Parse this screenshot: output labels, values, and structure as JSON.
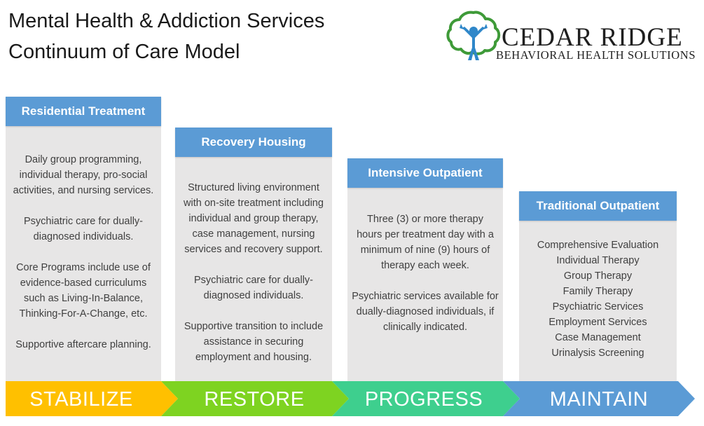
{
  "title": {
    "line1": "Mental Health & Addiction Services",
    "line2": "Continuum of Care Model"
  },
  "logo": {
    "name": "CEDAR RIDGE",
    "subtitle": "BEHAVIORAL HEALTH SOLUTIONS",
    "icon": "tree-person-icon",
    "colors": {
      "tree": "#3e9a38",
      "person": "#2f87c9"
    }
  },
  "columns": [
    {
      "header": "Residential Treatment",
      "paragraphs": [
        [
          "Daily group programming,",
          "individual therapy, pro-social",
          "activities, and nursing services."
        ],
        [
          "Psychiatric care for dually-",
          "diagnosed individuals."
        ],
        [
          "Core Programs include use of",
          "evidence-based curriculums",
          "such as Living-In-Balance,",
          "Thinking-For-A-Change, etc."
        ],
        [
          "Supportive aftercare planning."
        ]
      ]
    },
    {
      "header": "Recovery Housing",
      "paragraphs": [
        [
          "Structured living environment",
          "with on-site treatment including",
          "individual and group therapy,",
          "case management, nursing",
          "services and recovery support."
        ],
        [
          "Psychiatric care for dually-",
          "diagnosed individuals."
        ],
        [
          "Supportive transition to include",
          "assistance in securing",
          "employment and housing."
        ]
      ]
    },
    {
      "header": "Intensive Outpatient",
      "paragraphs": [
        [
          "Three (3) or more therapy",
          "hours per treatment day with a",
          "minimum of nine (9) hours of",
          "therapy each week."
        ],
        [
          "Psychiatric services available for",
          "dually-diagnosed individuals, if",
          "clinically indicated."
        ]
      ]
    },
    {
      "header": "Traditional Outpatient",
      "paragraphs": [
        [
          "Comprehensive Evaluation",
          "Individual Therapy",
          "Group Therapy",
          "Family Therapy",
          "Psychiatric Services",
          "Employment Services",
          "Case Management",
          "Urinalysis Screening"
        ]
      ]
    }
  ],
  "stages": [
    {
      "label": "STABILIZE",
      "color": "#ffc000"
    },
    {
      "label": "RESTORE",
      "color": "#7ed321"
    },
    {
      "label": "PROGRESS",
      "color": "#3ecf8e"
    },
    {
      "label": "MAINTAIN",
      "color": "#5b9bd5"
    }
  ]
}
